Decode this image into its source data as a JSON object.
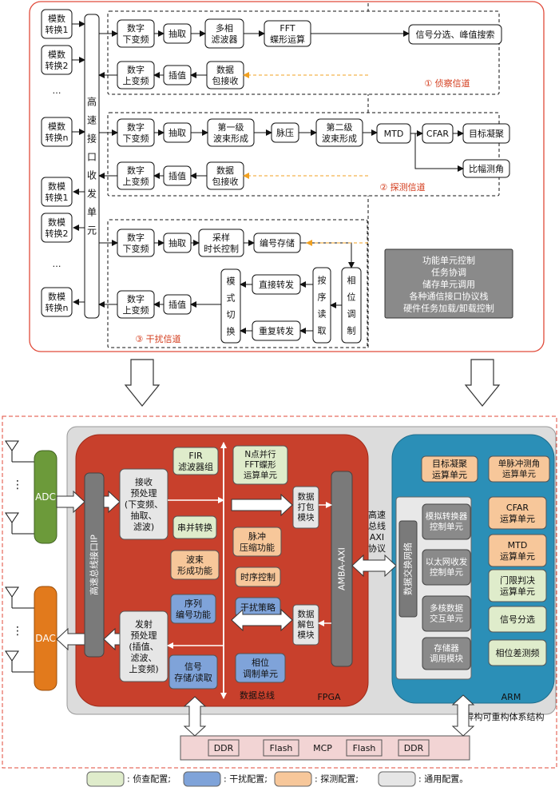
{
  "top": {
    "adc_channels": [
      "模数\n转换1",
      "模数\n转换2",
      "…",
      "模数\n转换n"
    ],
    "dac_channels": [
      "数模\n转换1",
      "数模\n转换2",
      "…",
      "数模\n转换n"
    ],
    "hs_unit": "高\n速\n接\n口\n收\n发\n单\n元",
    "recon": {
      "row1": [
        "数字\n下变频",
        "抽取",
        "多相\n滤波器",
        "FFT\n蝶形运算",
        "信号分选、峰值搜索"
      ],
      "row2": [
        "数字\n上变频",
        "插值",
        "数据\n包接收"
      ],
      "label": "① 侦察信道"
    },
    "detect": {
      "row1": [
        "数字\n下变频",
        "抽取",
        "第一级\n波束形成",
        "脉压",
        "第二级\n波束形成",
        "MTD",
        "CFAR",
        "目标凝聚"
      ],
      "row1b": "比幅测角",
      "row2": [
        "数字\n上变频",
        "插值",
        "数据\n包接收"
      ],
      "label": "② 探测信道"
    },
    "jam": {
      "row1": [
        "数字\n下变频",
        "抽取",
        "采样\n时长控制",
        "编号存储"
      ],
      "mid": [
        "模\n式\n切\n换",
        "直接转发",
        "重复转发",
        "按\n序\n读\n取",
        "相\n位\n调\n制"
      ],
      "row2": [
        "数字\n上变频",
        "插值"
      ],
      "label": "③ 干扰信道"
    },
    "func_box": [
      "功能单元控制",
      "任务协调",
      "储存单元调用",
      "各种通信接口协议栈",
      "硬件任务加载/卸载控制"
    ]
  },
  "bottom": {
    "adc": "ADC",
    "dac": "DAC",
    "ip": "高速总线接口IP",
    "rx_pre": "接收\n预处理\n(下变频、\n抽取、\n滤波)",
    "tx_pre": "发射\n预处理\n(插值、\n滤波、\n上变频)",
    "fir": "FIR\n滤波器组",
    "fft": "N点并行\nFFT蝶形\n运算单元",
    "sp": "串并转换",
    "pulse": "脉冲\n压缩功能",
    "beam": "波束\n形成功能",
    "timing": "时序控制",
    "seq": "序列\n编号功能",
    "jam_strategy": "干扰策略",
    "store": "信号\n存储/读取",
    "phase": "相位\n调制单元",
    "pack": "数据\n打包\n模块",
    "unpack": "数据\n解包\n模块",
    "amba": "AMBA-AXI",
    "bus_label": "数据总线",
    "fpga": "FPGA",
    "axi": "高速\n总线\nAXI\n协议",
    "arm_left": "数据交换网络",
    "arm_mid": [
      "模拟转换器\n控制单元",
      "以太网收发\n控制单元",
      "多核数据\n交互单元",
      "存储器\n调用模块"
    ],
    "arm_right": [
      "目标凝聚\n运算单元",
      "单脉冲测角\n运算单元",
      "CFAR\n运算单元",
      "MTD\n运算单元",
      "门限判决\n运算单元",
      "信号分选",
      "相位差测频"
    ],
    "arm": "ARM",
    "hetero": "异构可重构体系结构",
    "mcp": [
      "DDR",
      "Flash",
      "MCP",
      "Flash",
      "DDR"
    ],
    "ellipsis": "⋮"
  },
  "legend": [
    {
      "label": ": 侦查配置;",
      "color": "#dfeccb"
    },
    {
      "label": ": 干扰配置;",
      "color": "#7fa3d9"
    },
    {
      "label": ": 探测配置;",
      "color": "#f7c79a"
    },
    {
      "label": ": 通用配置。",
      "color": "#e6e6e6"
    }
  ],
  "colors": {
    "red": "#e04a3a",
    "fpga": "#c8402c",
    "arm": "#2b8fb7",
    "grey": "#7a7a7a",
    "olive": "#6c9a3a",
    "orange": "#e27a1c"
  }
}
